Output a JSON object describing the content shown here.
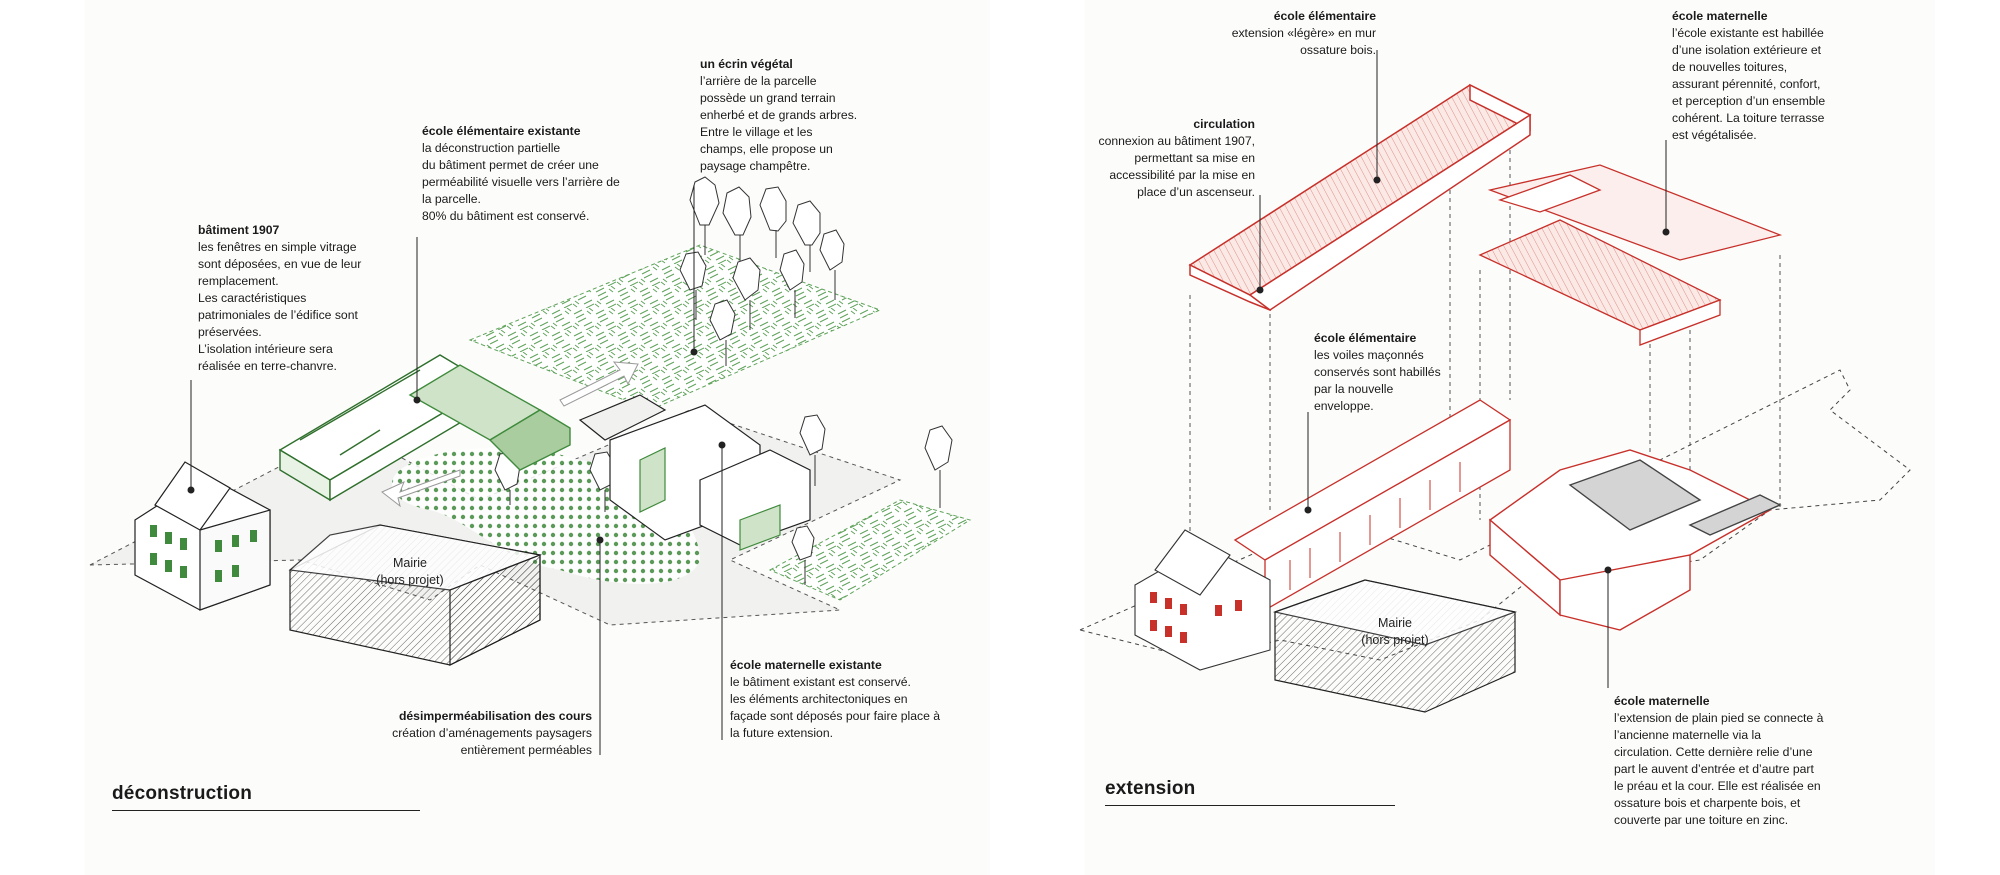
{
  "left": {
    "title": "déconstruction",
    "annotations": {
      "batiment1907": {
        "title": "bâtiment 1907",
        "text": "les fenêtres en simple vitrage\nsont déposées, en vue de leur\nremplacement.\nLes caractéristiques\npatrimoniales de l’édifice sont\npréservées.\nL’isolation intérieure sera\nréalisée en terre-chanvre."
      },
      "elementaire": {
        "title": "école élémentaire existante",
        "text": "la déconstruction partielle\ndu bâtiment permet de créer une\nperméabilité visuelle vers l’arrière de\nla parcelle.\n80% du bâtiment est conservé."
      },
      "ecrin": {
        "title": "un écrin végétal",
        "text": "l’arrière de la parcelle\npossède un grand terrain\nenherbé et de grands arbres.\nEntre le village et les\nchamps, elle propose un\npaysage champêtre."
      },
      "desimper": {
        "title": "désimperméabilisation des cours",
        "text": "création d’aménagements paysagers\nentièrement perméables"
      },
      "maternelle": {
        "title": "école maternelle existante",
        "text": "le bâtiment existant est conservé.\nles éléments architectoniques en\nfaçade sont déposés pour faire place à\nla future extension."
      }
    },
    "mairie": {
      "line1": "Mairie",
      "line2": "(hors projet)"
    }
  },
  "right": {
    "title": "extension",
    "annotations": {
      "elem_top": {
        "title": "école élémentaire",
        "text": "extension «légère» en mur\nossature bois."
      },
      "circulation": {
        "title": "circulation",
        "text": "connexion au bâtiment 1907,\npermettant sa mise en\naccessibilité par la mise en\nplace d’un ascenseur."
      },
      "elem_mid": {
        "title": "école élémentaire",
        "text": "les voiles maçonnés\nconservés sont habillés\npar la nouvelle\nenveloppe."
      },
      "mat_top": {
        "title": "école maternelle",
        "text": "l’école existante est habillée\nd’une isolation extérieure et\nde nouvelles toitures,\nassurant pérennité, confort,\net perception d’un ensemble\ncohérent. La toiture terrasse\nest végétalisée."
      },
      "mat_bottom": {
        "title": "école maternelle",
        "text": "l’extension de plain pied se connecte à\nl’ancienne maternelle via la\ncirculation. Cette dernière relie d’une\npart le auvent d’entrée et d’autre part\nle préau et la cour. Elle est réalisée en\nossature bois et charpente bois, et\ncouverte par une toiture en zinc."
      }
    },
    "mairie": {
      "line1": "Mairie",
      "line2": "(hors projet)"
    }
  },
  "colors": {
    "green": "#3f8a3c",
    "red": "#c8302a",
    "ink": "#1a1a1a",
    "grey": "#d9d9d9"
  }
}
